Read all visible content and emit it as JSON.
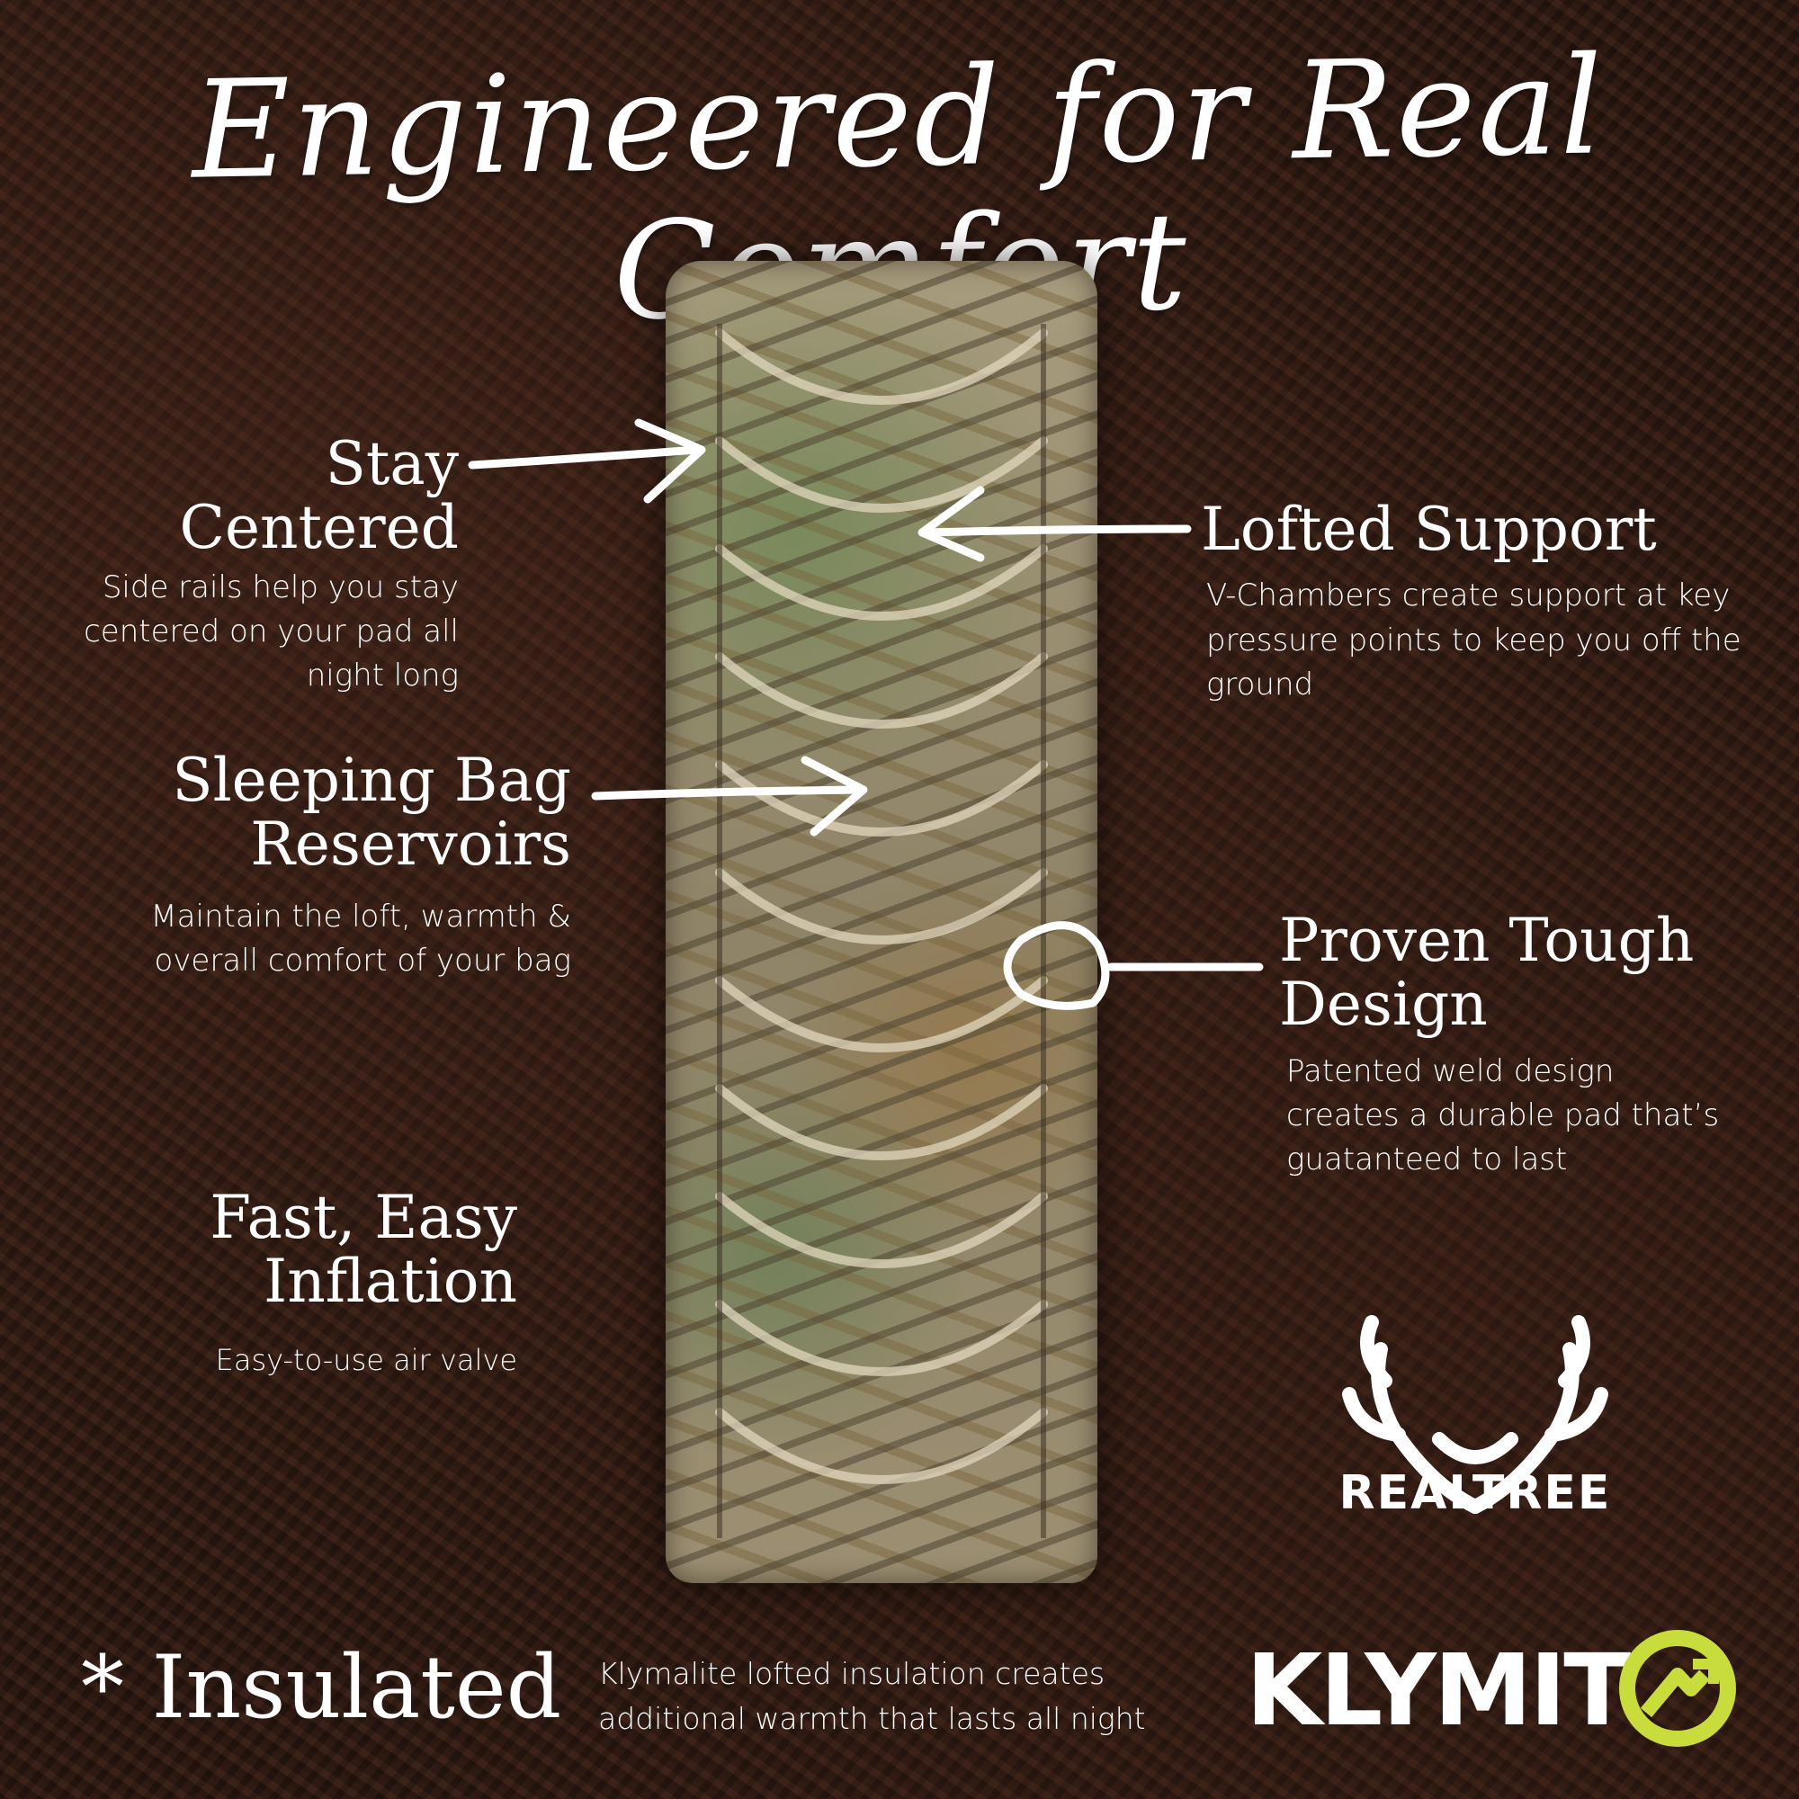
{
  "title": "Engineered for Real Comfort",
  "features": {
    "stay_centered": {
      "heading": "Stay Centered",
      "text": "Side rails help you stay centered on your pad all night long"
    },
    "lofted_support": {
      "heading": "Lofted Support",
      "text": "V-Chambers create support at key pressure points to keep you off the ground"
    },
    "sleeping_bag": {
      "heading_line1": "Sleeping Bag",
      "heading_line2": "Reservoirs",
      "text": "Maintain the loft, warmth & overall comfort of your bag"
    },
    "proven_tough": {
      "heading_line1": "Proven Tough",
      "heading_line2": "Design",
      "text": "Patented weld design creates a durable pad that’s guatanteed to last"
    },
    "fast_easy": {
      "heading_line1": "Fast, Easy",
      "heading_line2": "Inflation",
      "text": "Easy-to-use air valve"
    }
  },
  "insulated": {
    "label": "* Insulated",
    "text_line1": "Klymalite lofted insulation creates",
    "text_line2": "additional warmth that lasts all night"
  },
  "brands": {
    "realtree": "REALTREE",
    "klymit": "KLYMIT"
  },
  "colors": {
    "background": "#2c1912",
    "text": "#ffffff",
    "klymit_green": "#c8dc3c"
  }
}
